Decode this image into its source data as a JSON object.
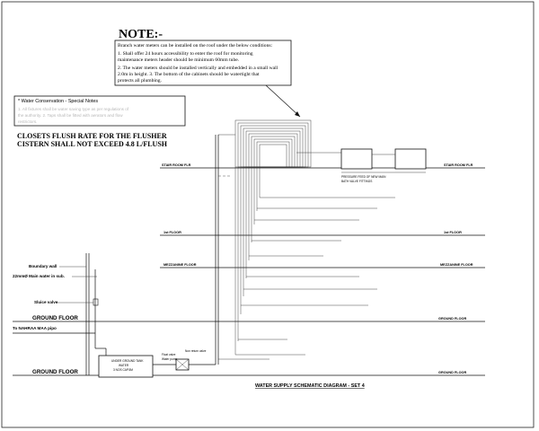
{
  "note": {
    "title": "NOTE:-",
    "lines": [
      "Branch water meters can be installed on the roof under the below conditions:",
      "1. Shall offer 24 hours accessibility to enter the roof for monitoring",
      "maintenance meters header should be minimum 60mm tube.",
      "2. The water meters should be installed vertically and embedded in a small wall",
      "2.0m in height. 3. The bottom of the cabinets should be watertight that",
      "protects all plumbing."
    ]
  },
  "conservation": {
    "title": "* Water Conservation - Special Notes",
    "lines": [
      "1. All fixtures shall be water saving type as per regulations of",
      "   the authority. 2. Taps shall be fitted with aerators and flow",
      "   restrictors."
    ]
  },
  "flush_note": {
    "line1": "CLOSETS FLUSH RATE FOR THE FLUSHER",
    "line2": "CISTERN SHALL NOT EXCEED 4.8 L/FLUSH"
  },
  "floors": {
    "stair_room_left": "STAIR ROOM FLR",
    "stair_room_right": "STAIR ROOM FLR",
    "first_left": "1st FLOOR",
    "first_right": "1st FLOOR",
    "mezz_left": "MEZZANINE FLOOR",
    "mezz_right": "MEZZANINE FLOOR",
    "ground_left_upper": "GROUND FLOOR",
    "ground_right_upper": "GROUND FLOOR",
    "ground_left_lower": "GROUND FLOOR",
    "ground_right_lower": "GROUND FLOOR"
  },
  "labels": {
    "boundary_wall": "Boundary wall",
    "main_water": "22mmØ Main water in sub.",
    "sluice_valve": "Sluice valve",
    "nahraa_pipe": "To NAHRAA MAA pipo",
    "tank_l1": "UNDER GROUND TANK",
    "tank_l2": "WATER",
    "tank_l3": "3 NOS CAP.5M",
    "non_return": "Non return valve",
    "float_valve": "Float valve",
    "pump": "Water pump",
    "roof_tank": "PRESSURE FEED OF NEW MAIN",
    "riser_note": "BATH VALVE FITTINGS"
  },
  "title": "WATER SUPPLY SCHEMATIC DIAGRAM - SET 4"
}
